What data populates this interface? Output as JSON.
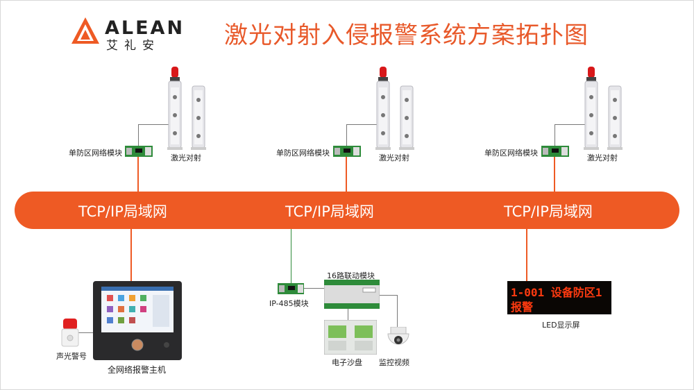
{
  "header": {
    "logo_text": "ALEAN",
    "logo_subtitle": "艾礼安",
    "title": "激光对射入侵报警系统方案拓扑图"
  },
  "zones": [
    {
      "module_label": "单防区网络模块",
      "sensor_label": "激光对射"
    },
    {
      "module_label": "单防区网络模块",
      "sensor_label": "激光对射"
    },
    {
      "module_label": "单防区网络模块",
      "sensor_label": "激光对射"
    }
  ],
  "network": {
    "labels": [
      "TCP/IP局域网",
      "TCP/IP局域网",
      "TCP/IP局域网"
    ]
  },
  "host": {
    "host_label": "全网络报警主机",
    "siren_label": "声光警号"
  },
  "middle": {
    "ip485_label": "IP-485模块",
    "linkage_label": "16路联动模块",
    "sandtable_label": "电子沙盘",
    "camera_label": "监控视频"
  },
  "led": {
    "line1": "1-001 设备防区1",
    "line2": "报警",
    "label": "LED显示屏"
  },
  "colors": {
    "accent": "#ee5a24",
    "title": "#e8592a"
  }
}
